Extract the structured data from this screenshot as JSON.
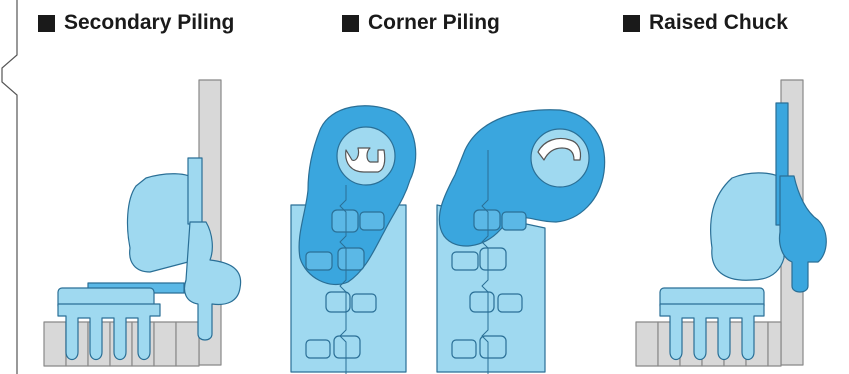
{
  "sections": [
    {
      "title": "Secondary Piling"
    },
    {
      "title": "Corner Piling"
    },
    {
      "title": "Raised Chuck"
    }
  ],
  "colors": {
    "light_blue": "#9fd9f0",
    "mid_blue": "#5bb8e6",
    "dark_blue": "#3aa6de",
    "stroke": "#2a6f96",
    "key_gray": "#d8d8d8",
    "title_black": "#1a1a1a"
  }
}
